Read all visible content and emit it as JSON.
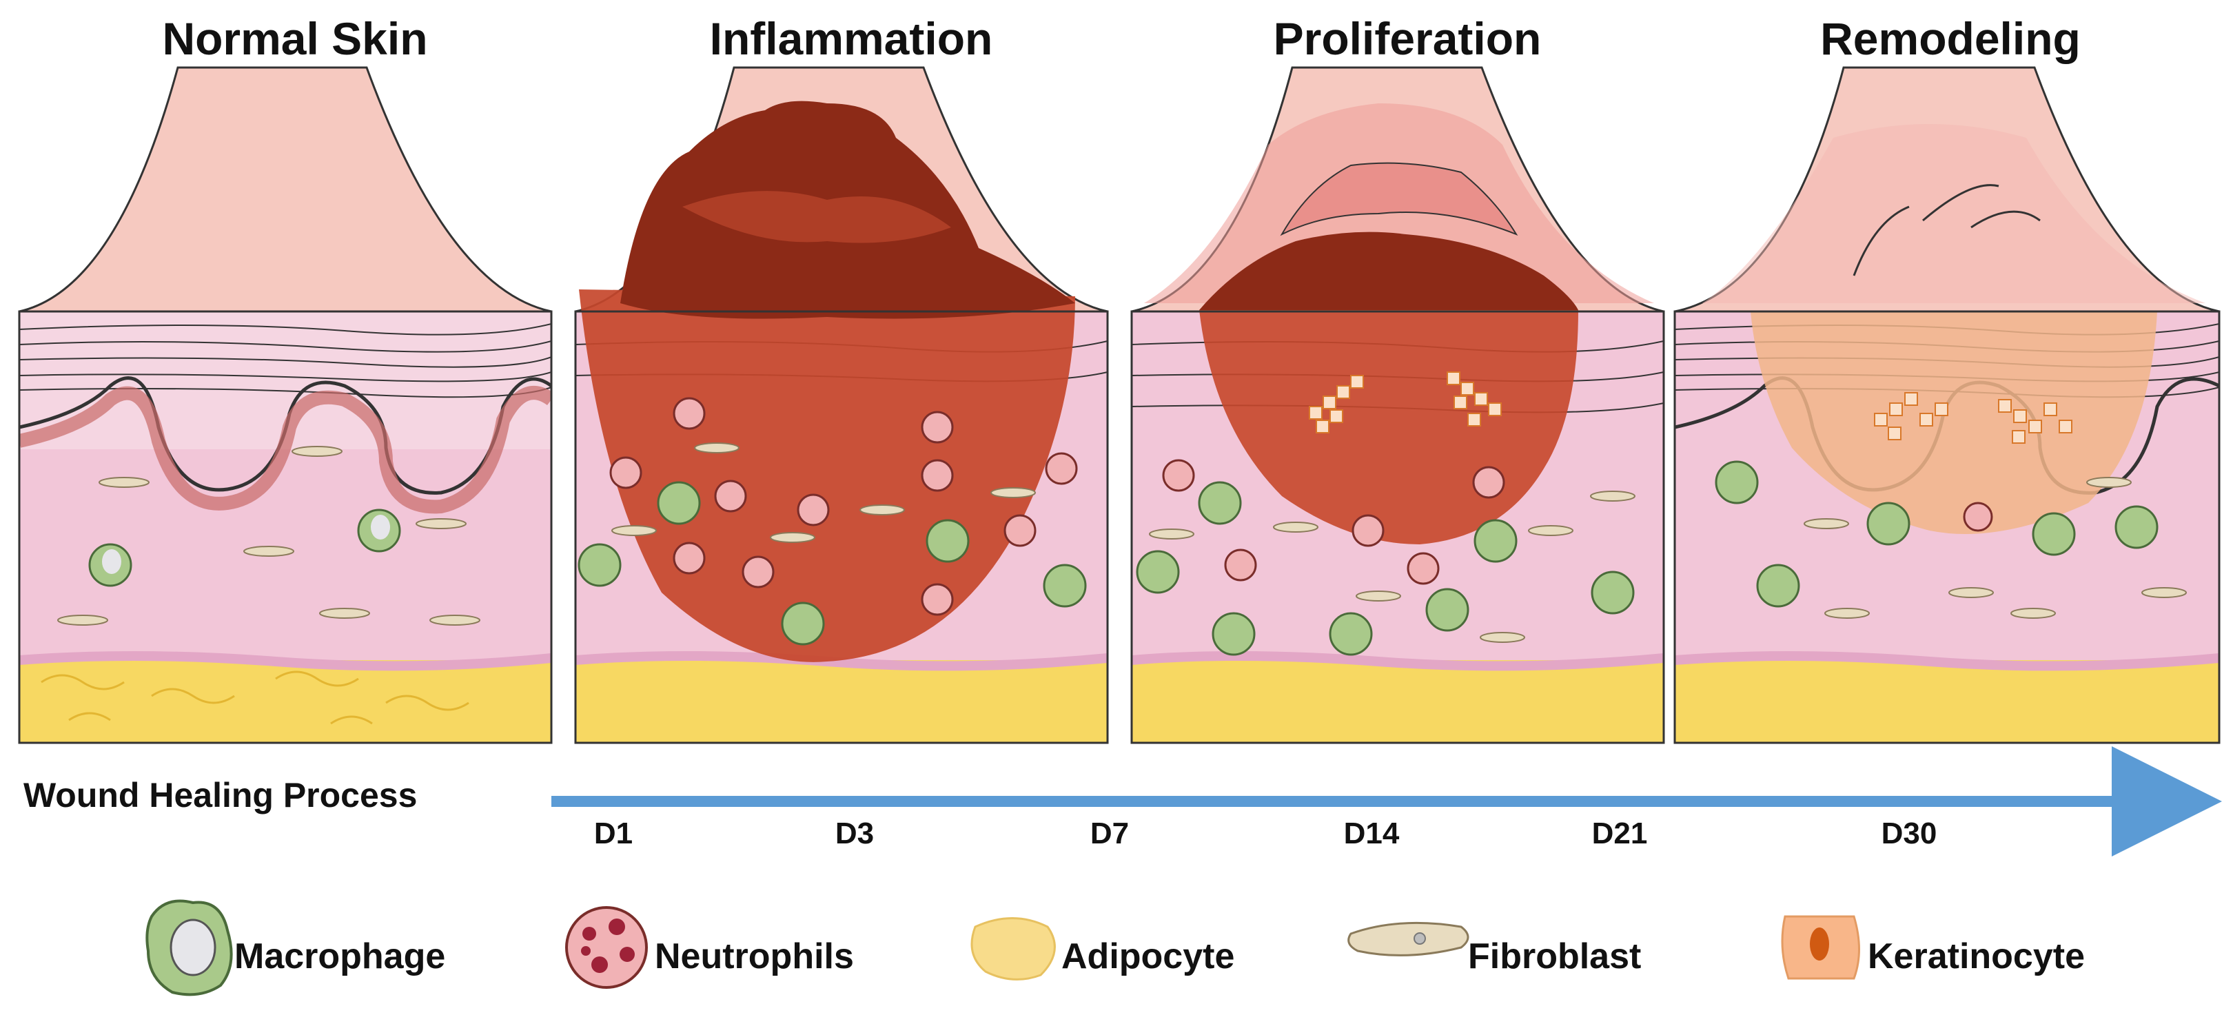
{
  "panels": [
    {
      "title": "Normal Skin",
      "wound": "none"
    },
    {
      "title": "Inflammation",
      "wound": "inflammation"
    },
    {
      "title": "Proliferation",
      "wound": "proliferation"
    },
    {
      "title": "Remodeling",
      "wound": "remodeling"
    }
  ],
  "timeline": {
    "label": "Wound Healing Process",
    "days": [
      "D1",
      "D3",
      "D7",
      "D14",
      "D21",
      "D30"
    ],
    "arrow_color": "#5b9bd5"
  },
  "legend": [
    {
      "label": "Macrophage",
      "icon": "macrophage-icon"
    },
    {
      "label": "Neutrophils",
      "icon": "neutrophil-icon"
    },
    {
      "label": "Adipocyte",
      "icon": "adipocyte-icon"
    },
    {
      "label": "Fibroblast",
      "icon": "fibroblast-icon"
    },
    {
      "label": "Keratinocyte",
      "icon": "keratinocyte-icon"
    }
  ],
  "colors": {
    "epidermis_top": "#f6c9c0",
    "dermis": "#f2c6d8",
    "adipose": "#f7d862",
    "wound_dark": "#8c2a17",
    "wound_mid": "#c6472b",
    "scar": "#f2b58a",
    "macrophage": "#a9c98a",
    "neutrophil": "#f1b2b5",
    "fibroblast": "#e8dcc0"
  }
}
